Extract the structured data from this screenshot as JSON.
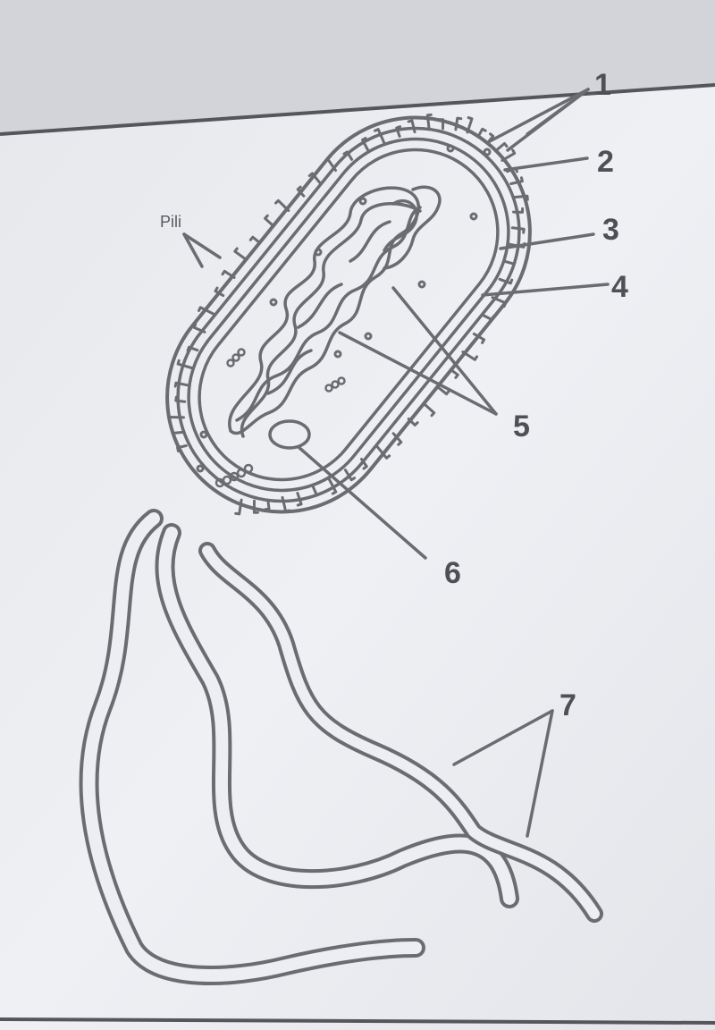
{
  "diagram": {
    "pili_label": "Pili",
    "labels": [
      "1",
      "2",
      "3",
      "4",
      "5",
      "6",
      "7"
    ]
  },
  "colors": {
    "paper": "#eceef2",
    "ink": "#6b6b72",
    "label": "#4f4f55",
    "background": "#d9dbe0"
  }
}
